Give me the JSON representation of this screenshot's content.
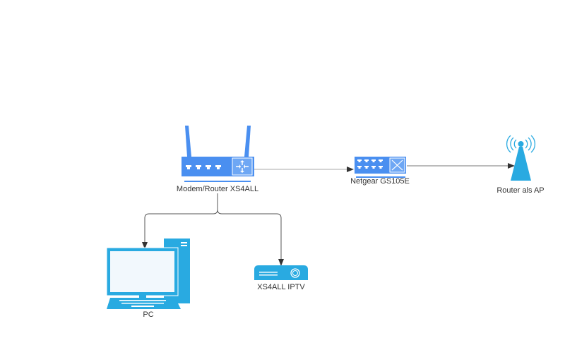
{
  "colors": {
    "device_blue": "#4a8ff0",
    "device_cyan": "#29aae1",
    "connector": "#555555",
    "connector_light": "#aaaaaa",
    "label_text": "#333333",
    "screen_fill": "#f2f8fd"
  },
  "nodes": {
    "modem": {
      "label": "Modem/Router XS4ALL",
      "icon": "router-icon"
    },
    "switch": {
      "label": "Netgear GS105E",
      "icon": "network-switch-icon"
    },
    "ap": {
      "label": "Router als AP",
      "icon": "wireless-antenna-icon"
    },
    "pc": {
      "label": "PC",
      "icon": "desktop-computer-icon"
    },
    "iptv": {
      "label": "XS4ALL IPTV",
      "icon": "set-top-box-icon"
    }
  },
  "edges": [
    {
      "from": "modem",
      "to": "switch"
    },
    {
      "from": "switch",
      "to": "ap"
    },
    {
      "from": "modem",
      "to": "pc"
    },
    {
      "from": "modem",
      "to": "iptv"
    }
  ]
}
